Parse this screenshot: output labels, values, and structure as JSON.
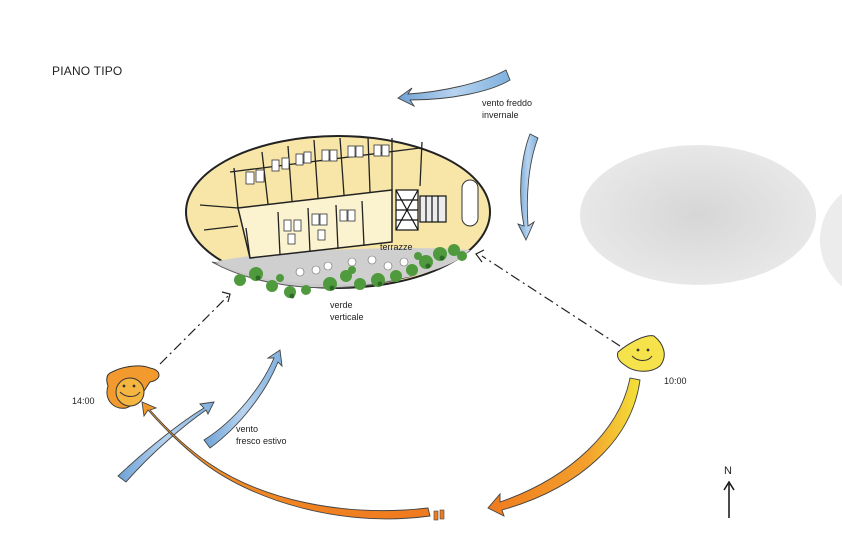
{
  "title": "PIANO TIPO",
  "labels": {
    "cold_wind_line1": "vento freddo",
    "cold_wind_line2": "invernale",
    "terrace": "terrazze",
    "green_line1": "verde",
    "green_line2": "verticale",
    "cool_wind_line1": "vento",
    "cool_wind_line2": "fresco estivo",
    "time_afternoon": "14:00",
    "time_morning": "10:00",
    "north": "N"
  },
  "icons": [
    "sun-afternoon-icon",
    "sun-morning-icon",
    "north-arrow-icon",
    "wind-arrow-icon",
    "sun-path-arrow-icon"
  ],
  "colors": {
    "floor_fill": "#f7e6a8",
    "terrace_fill": "#c9c9c9",
    "greenery": "#4f9a3c",
    "wind_arrow": "#8fb8e0",
    "sun_path_start": "#f3e23a",
    "sun_path_end": "#f07a1e",
    "shadow_ellipse": "#e6e6e6"
  }
}
